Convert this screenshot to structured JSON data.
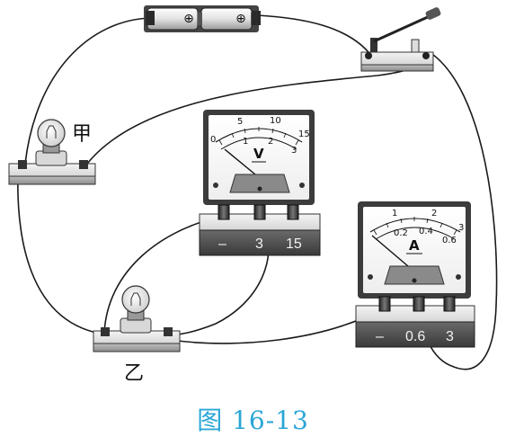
{
  "caption": "图 16-13",
  "bulb_top_label": "甲",
  "bulb_bottom_label": "乙",
  "voltmeter": {
    "symbol": "V",
    "scale_outer": [
      "0",
      "5",
      "10",
      "15"
    ],
    "scale_inner": [
      "1",
      "2",
      "3"
    ],
    "terminals": [
      "–",
      "3",
      "15"
    ]
  },
  "ammeter": {
    "symbol": "A",
    "scale_outer": [
      "1",
      "2",
      "3"
    ],
    "scale_inner": [
      "0.2",
      "0.4",
      "0.6"
    ],
    "terminals": [
      "–",
      "0.6",
      "3"
    ]
  },
  "battery_signs": [
    "⊕",
    "⊕"
  ]
}
